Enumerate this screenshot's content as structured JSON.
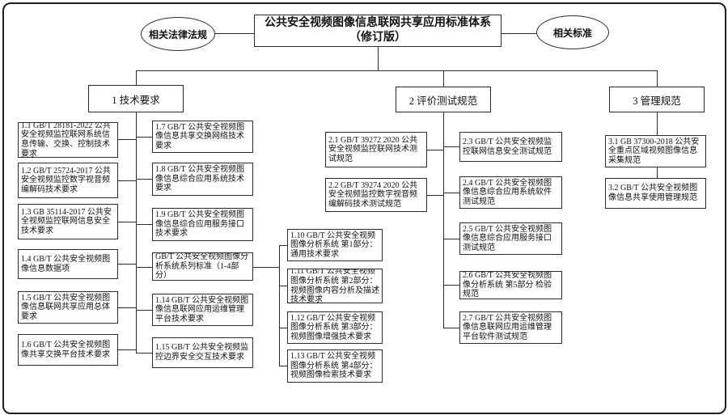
{
  "title": {
    "line1": "公共安全视频图像信息联网共享应用标准体系",
    "line2": "（修订版）"
  },
  "ellipses": {
    "left": "相关法律法规",
    "right": "相关标准"
  },
  "branch_headers": {
    "b1": "1 技术要求",
    "b2": "2 评价测试规范",
    "b3": "3 管理规范"
  },
  "nodes": {
    "n1_1": "1.1 GB/T 28181-2022 公共安全视频监控联网系统信息传输、交换、控制技术要求",
    "n1_2": "1.2 GB/T 25724-2017 公共安全视频监控数字视音频编解码技术要求",
    "n1_3": "1.3 GB 35114-2017 公共安全视频监控联网信息安全技术要求",
    "n1_4": "1.4 GB/T 公共安全视频图像信息数据项",
    "n1_5": "1.5 GB/T 公共安全视频图像信息联网共享应用总体要求",
    "n1_6": "1.6 GB/T 公共安全视频图像共享交换平台技术要求",
    "n1_7": "1.7 GB/T 公共安全视频图像信息共享交换网络技术要求",
    "n1_8": "1.8 GB/T 公共安全视频图像信息综合应用系统技术要求",
    "n1_9": "1.9 GB/T 公共安全视频图像信息综合应用服务接口技术要求",
    "n_series": "GB/T 公共安全视频图像分析系统系列标准（1-4部分）",
    "n1_10": "1.10 GB/T 公共安全视频图像分析系统 第1部分： 通用技术要求",
    "n1_11": "1.11 GB/T 公共安全视频图像分析系统 第2部分： 视频图像内容分析及描述技术要求",
    "n1_12": "1.12 GB/T 公共安全视频图像分析系统 第3部分： 视频图像增强技术要求",
    "n1_13": "1.13 GB/T 公共安全视频图像分析系统 第4部分： 视频图像检索技术要求",
    "n1_14": "1.14 GB/T 公共安全视频图像信息联网应用运维管理平台技术要求",
    "n1_15": "1.15 GB/T 公共安全视频监控边界安全交互技术要求",
    "n2_1": "2.1 GB/T 39272 2020 公共安全视频监控联网技术测试规范",
    "n2_2": "2.2 GB/T 39274 2020 公共安全视频监控数字视音频编解码技术测试规范",
    "n2_3": "2.3 GB/T 公共安全视频监控联网信息安全测试规范",
    "n2_4": "2.4 GB/T 公共安全视频图像信息综合应用系统软件测试规范",
    "n2_5": "2.5 GB/T 公共安全视频图像信息综合应用服务接口测试规范",
    "n2_6": "2.6 GB/T 公共安全视频图像分析系统 第5部分 检验规范",
    "n2_7": "2.7 GB/T 公共安全视频图像信息联网应用运维管理平台软件测试规范",
    "n3_1": "3.1 GB 37300-2018 公共安全重点区域视频图像信息采集规范",
    "n3_2": "3.2 GB/T 公共安全视频图像信息共享使用管理规范"
  },
  "colors": {
    "line": "#2b2b2b",
    "border": "#2b2b2b",
    "text": "#111111",
    "background": "#ffffff"
  }
}
